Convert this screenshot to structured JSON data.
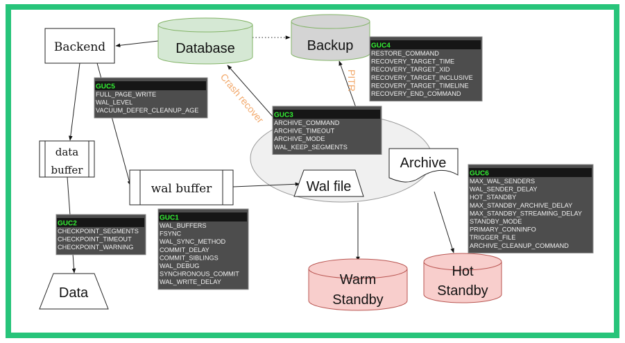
{
  "colors": {
    "frame": "#27c47a",
    "guc_bg": "#4d4d4d",
    "guc_header_bg": "#161616",
    "guc_title": "#33ee33",
    "guc_text": "#f2f2f2",
    "database_fill": "#d5e8d4",
    "database_stroke": "#82b366",
    "backup_fill": "#d4d4d4",
    "standby_fill": "#f8cecc",
    "standby_stroke": "#b85450",
    "ellipse_fill": "#f0f0f0",
    "edge_label": "#f2a86a"
  },
  "nodes": {
    "backend": "Backend",
    "database": "Database",
    "backup": "Backup",
    "data_buffer": [
      "data",
      "buffer"
    ],
    "wal_buffer": "wal buffer",
    "wal_file": "Wal file",
    "archive": "Archive",
    "data": "Data",
    "warm_standby": [
      "Warm",
      "Standby"
    ],
    "hot_standby": [
      "Hot",
      "Standby"
    ]
  },
  "edge_labels": {
    "crash_recovery": "Crash recover",
    "pitr": "PITR"
  },
  "gucs": {
    "guc1": {
      "title": "GUC1",
      "items": [
        "WAL_BUFFERS",
        "FSYNC",
        "WAL_SYNC_METHOD",
        "COMMIT_DELAY",
        "COMMIT_SIBLINGS",
        "WAL_DEBUG",
        "SYNCHRONOUS_COMMIT",
        "WAL_WRITE_DELAY"
      ]
    },
    "guc2": {
      "title": "GUC2",
      "items": [
        "CHECKPOINT_SEGMENTS",
        "CHECKPOINT_TIMEOUT",
        "CHECKPOINT_WARNING"
      ]
    },
    "guc3": {
      "title": "GUC3",
      "items": [
        "ARCHIVE_COMMAND",
        "ARCHIVE_TIMEOUT",
        "ARCHIVE_MODE",
        "WAL_KEEP_SEGMENTS"
      ]
    },
    "guc4": {
      "title": "GUC4",
      "items": [
        "RESTORE_COMMAND",
        "RECOVERY_TARGET_TIME",
        "RECOVERY_TARGET_XID",
        "RECOVERY_TARGET_INCLUSIVE",
        "RECOVERY_TARGET_TIMELINE",
        "RECOVERY_END_COMMAND"
      ]
    },
    "guc5": {
      "title": "GUC5",
      "items": [
        "FULL_PAGE_WRITE",
        "WAL_LEVEL",
        "VACUUM_DEFER_CLEANUP_AGE"
      ]
    },
    "guc6": {
      "title": "GUC6",
      "items": [
        "MAX_WAL_SENDERS",
        "WAL_SENDER_DELAY",
        "HOT_STANDBY",
        "MAX_STANDBY_ARCHIVE_DELAY",
        "MAX_STANDBY_STREAMING_DELAY",
        "STANDBY_MODE",
        "PRIMARY_CONNINFO",
        "TRIGGER_FILE",
        "ARCHIVE_CLEANUP_COMMAND"
      ]
    }
  }
}
